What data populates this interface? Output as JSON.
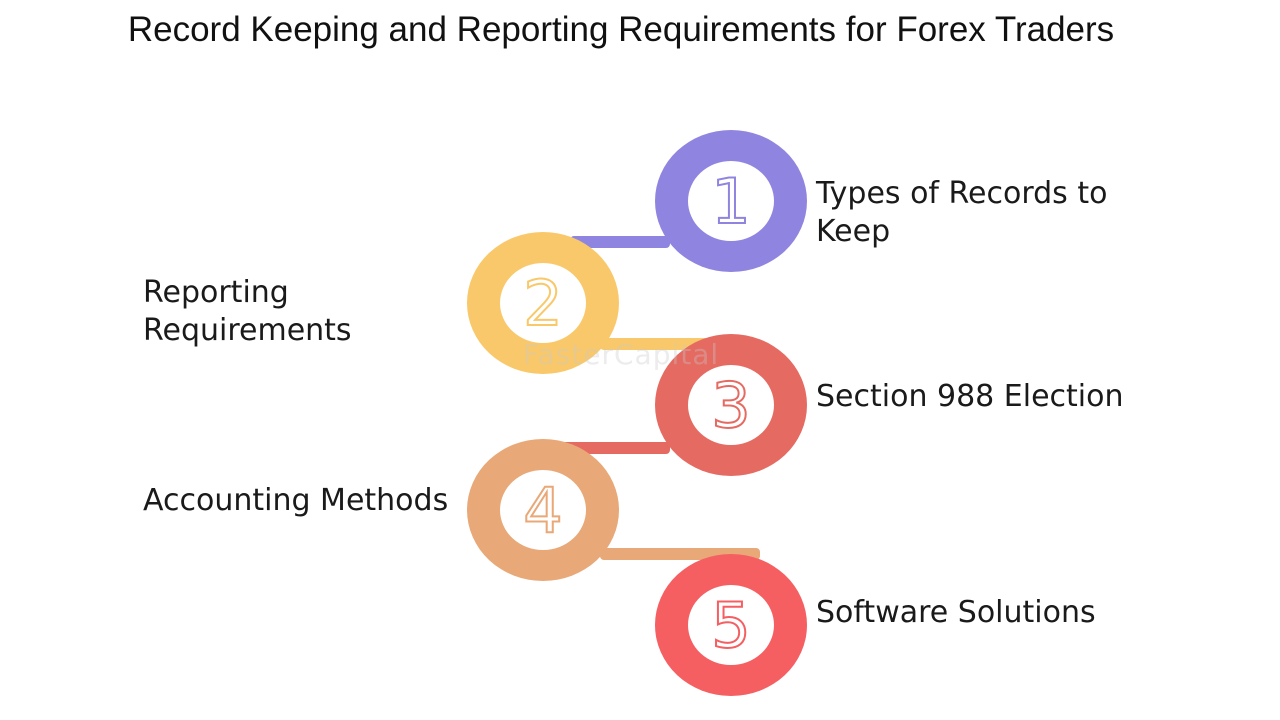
{
  "title": "Record Keeping and Reporting Requirements for Forex Traders",
  "watermark": "FasterCapital",
  "steps": [
    {
      "number": "1",
      "label": "Types of Records to\nKeep",
      "color": "#8f85e0"
    },
    {
      "number": "2",
      "label": "Reporting\nRequirements",
      "color": "#f9c86a"
    },
    {
      "number": "3",
      "label": "Section 988 Election",
      "color": "#e56b62"
    },
    {
      "number": "4",
      "label": "Accounting Methods",
      "color": "#e8a877"
    },
    {
      "number": "5",
      "label": "Software Solutions",
      "color": "#f55f62"
    }
  ]
}
